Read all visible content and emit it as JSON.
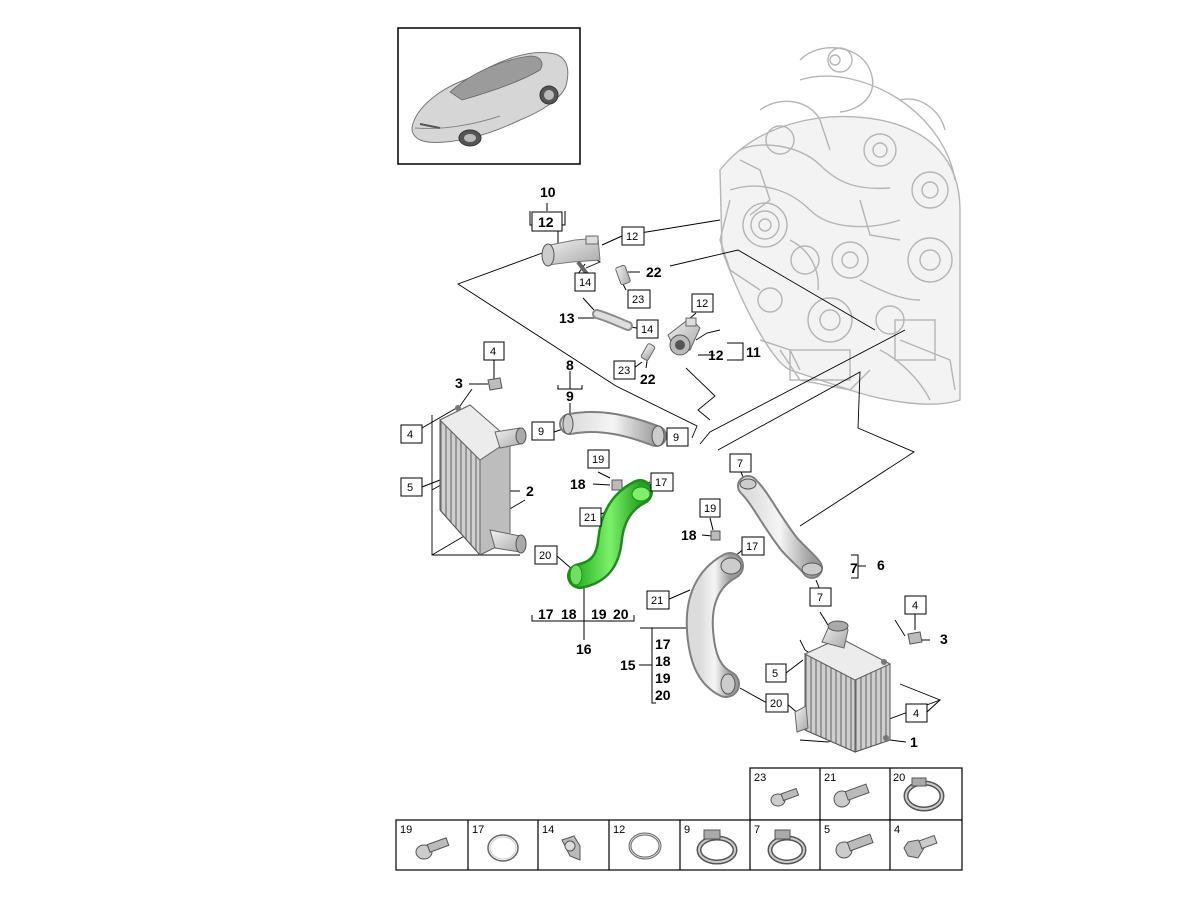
{
  "diagram": {
    "callouts": {
      "c10": "10",
      "c12a": "12",
      "c12b": "12",
      "c14a": "14",
      "c22a": "22",
      "c23a": "23",
      "c13": "13",
      "c14b": "14",
      "c12c": "12",
      "c12d": "12",
      "c11": "11",
      "c23b": "23",
      "c22b": "22",
      "c8": "8",
      "c9a": "9",
      "c4a": "4",
      "c3a": "3",
      "c4b": "4",
      "c9b": "9",
      "c9c": "9",
      "c5a": "5",
      "c2": "2",
      "c19a": "19",
      "c18a": "18",
      "c17a": "17",
      "c21a": "21",
      "c20a": "20",
      "c7a": "7",
      "c19b": "19",
      "c18b": "18",
      "c17b": "17",
      "c7b": "7",
      "c6": "6",
      "c7c": "7",
      "c21b": "21",
      "c4c": "4",
      "c3b": "3",
      "c5b": "5",
      "c20b": "20",
      "c4d": "4",
      "c1": "1",
      "c16a": "17",
      "c16b": "18",
      "c16c": "19",
      "c16d": "20",
      "c16": "16",
      "c15a": "17",
      "c15b": "18",
      "c15c": "19",
      "c15d": "20",
      "c15": "15"
    },
    "parts_table": {
      "top_row": [
        "23",
        "21",
        "20"
      ],
      "bottom_row": [
        "19",
        "17",
        "14",
        "12",
        "9",
        "7",
        "5",
        "4"
      ]
    },
    "highlight_color": "#3ddc2f"
  }
}
